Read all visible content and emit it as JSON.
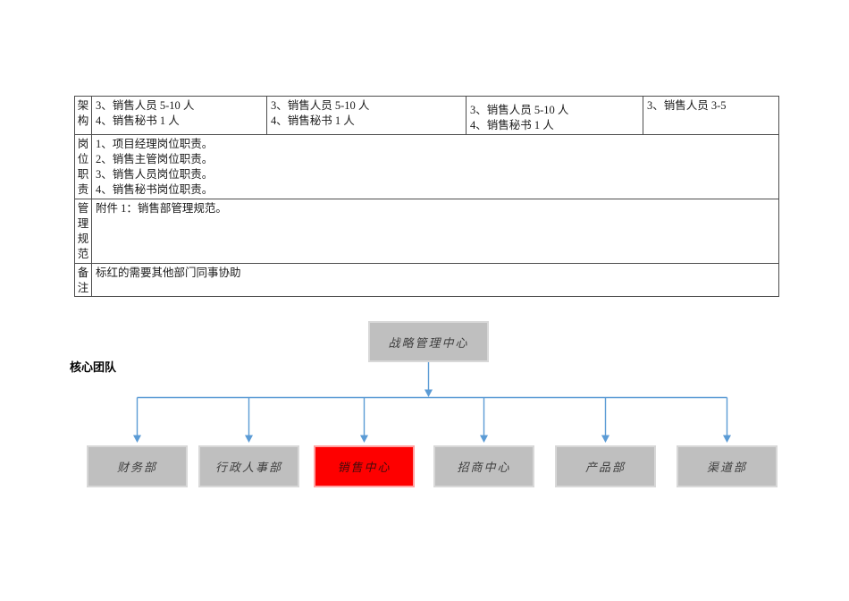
{
  "colors": {
    "connector": "#5b9bd5",
    "box_fill": "#bfbfbf",
    "box_border": "#d8d8d8",
    "box_text": "#3f3f3f",
    "highlight_fill": "#fe0000",
    "highlight_border": "#ffa2a2",
    "highlight_text": "#430c0c",
    "table_border": "#4d4d4d"
  },
  "table": {
    "row_structure": {
      "header": "架构",
      "cells": [
        "3、销售人员 5-10 人\n4、销售秘书 1 人",
        "3、销售人员 5-10 人\n4、销售秘书 1 人",
        "3、销售人员 5-10 人\n4、销售秘书 1 人",
        "3、销售人员 3-5"
      ]
    },
    "row_duties": {
      "header": "岗位职责",
      "content": "1、项目经理岗位职责。\n2、销售主管岗位职责。\n3、销售人员岗位职责。\n4、销售秘书岗位职责。"
    },
    "row_regulations": {
      "header": "管理规范",
      "content": "附件 1：销售部管理规范。"
    },
    "row_notes": {
      "header": "备注",
      "content": "标红的需要其他部门同事协助"
    }
  },
  "org_chart": {
    "section_label": "核心团队",
    "root_label": "战略管理中心",
    "departments": [
      {
        "label": "财务部",
        "highlighted": false
      },
      {
        "label": "行政人事部",
        "highlighted": false
      },
      {
        "label": "销售中心",
        "highlighted": true
      },
      {
        "label": "招商中心",
        "highlighted": false
      },
      {
        "label": "产品部",
        "highlighted": false
      },
      {
        "label": "渠道部",
        "highlighted": false
      }
    ]
  }
}
